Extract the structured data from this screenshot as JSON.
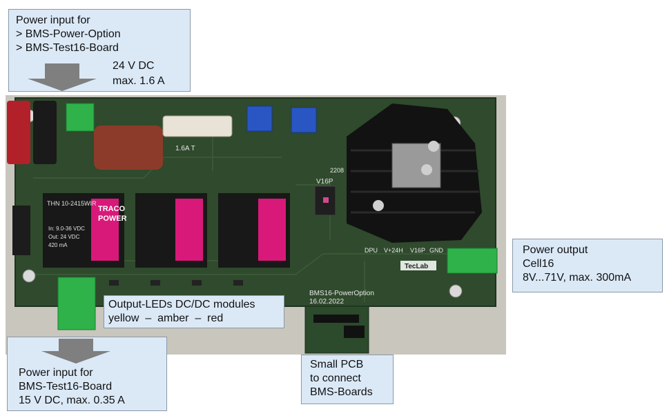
{
  "photo": {
    "board_brand": "TecLab",
    "board_name": "BMS16-PowerOption",
    "board_date": "16.02.2022",
    "module_brand_line1": "TRACO",
    "module_brand_line2": "POWER",
    "module_part": "THN 10-2415WIR",
    "module_specs": [
      "In: 9.0-36 VDC",
      "Out: 24 VDC",
      "420 mA"
    ],
    "fuse_label": "1.6A T",
    "chip_label": "V16P",
    "connector_label": "GND",
    "header_labels": [
      "DPU",
      "V+24H",
      "V16P",
      "GND"
    ],
    "side_module_label": "TRACO POWER",
    "board_code": "2208",
    "colors": {
      "pcb": "#2f4a2c",
      "module": "#181818",
      "label_pink": "#d8197a",
      "terminal_green": "#2fb24a",
      "heatsink": "#121212"
    }
  },
  "callouts": {
    "power_input_top": {
      "lines": [
        "Power input for",
        "> BMS-Power-Option",
        "> BMS-Test16-Board"
      ],
      "value_lines": [
        "24 V DC",
        "max. 1.6 A"
      ]
    },
    "power_output": {
      "lines": [
        "Power output",
        "Cell16",
        "8V...71V, max. 300mA"
      ]
    },
    "output_leds": {
      "lines": [
        "Output-LEDs DC/DC modules",
        "yellow  –  amber  –  red"
      ]
    },
    "power_input_bottom": {
      "lines": [
        "Power input for",
        "BMS-Test16-Board",
        "15 V DC, max. 0.35 A"
      ]
    },
    "small_pcb": {
      "lines": [
        "Small PCB",
        "to connect",
        "BMS-Boards"
      ]
    }
  }
}
